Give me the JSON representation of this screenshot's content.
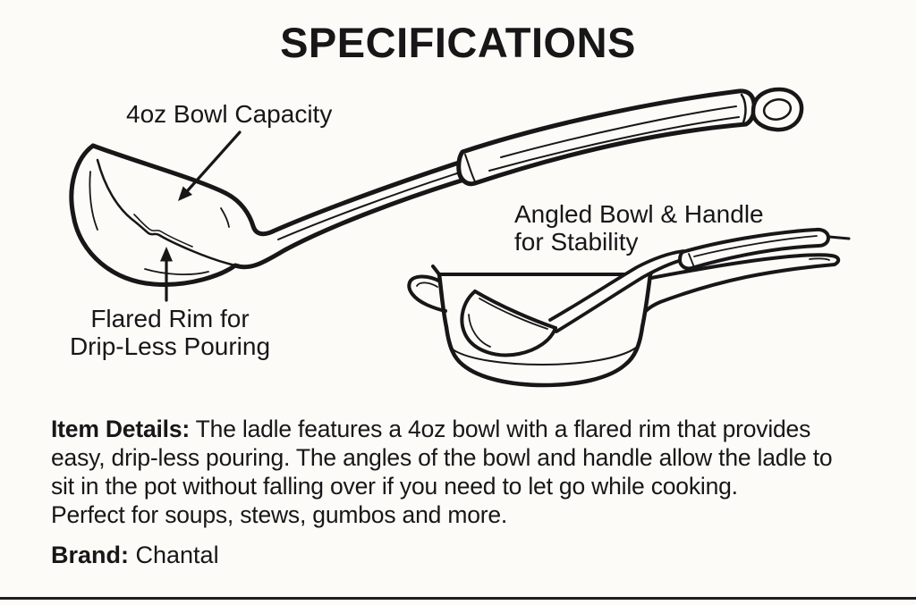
{
  "title": "SPECIFICATIONS",
  "diagram": {
    "labels": {
      "bowl_capacity": "4oz Bowl Capacity",
      "angled_bowl_handle": "Angled Bowl & Handle\nfor Stability",
      "flared_rim": "Flared Rim for\nDrip-Less Pouring"
    },
    "illustrations": [
      "ladle-line-drawing",
      "ladle-resting-in-pot-line-drawing"
    ]
  },
  "details": {
    "label": "Item Details:",
    "text": " The ladle features a 4oz bowl with a flared rim that provides\neasy, drip-less pouring. The angles of the bowl and handle allow the ladle to\nsit in the pot without falling over if you need to let go while cooking.\nPerfect for soups, stews, gumbos and more."
  },
  "brand": {
    "label": "Brand:",
    "value": " Chantal"
  },
  "colors": {
    "background": "#fcfbf8",
    "ink": "#171717"
  }
}
